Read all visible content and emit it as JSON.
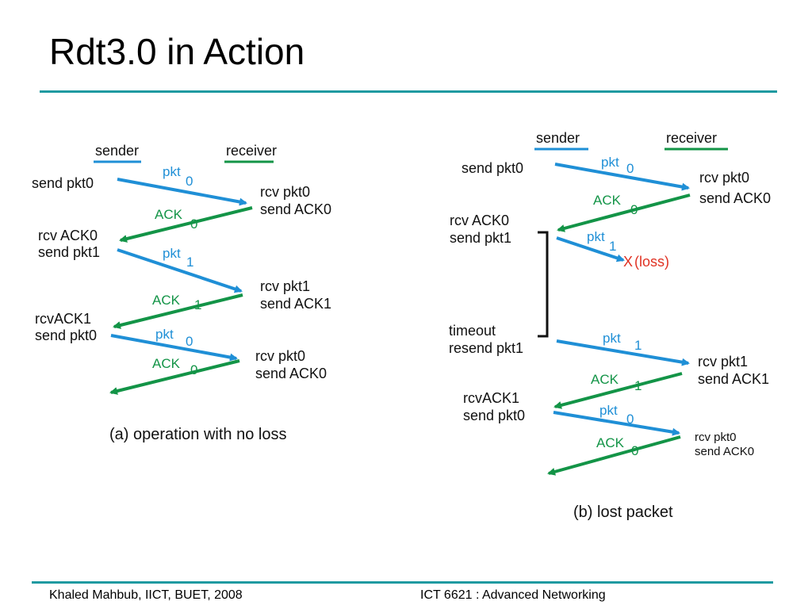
{
  "slide": {
    "title": "Rdt3.0 in Action",
    "footer_left": "Khaled Mahbub, IICT, BUET, 2008",
    "footer_right": "ICT 6621 : Advanced Networking"
  },
  "colors": {
    "accent_rule": "#1f9aa1",
    "pkt_arrow": "#1f8fd6",
    "ack_arrow": "#139447",
    "loss": "#e03223"
  },
  "panel_a": {
    "sender": "sender",
    "receiver": "receiver",
    "caption": "(a) operation with no loss",
    "sender_events": [
      "send pkt0",
      "rcv ACK0",
      "send pkt1",
      "rcvACK1",
      "send pkt0"
    ],
    "receiver_events": [
      "rcv pkt0",
      "send ACK0",
      "rcv pkt1",
      "send ACK1",
      "rcv pkt0",
      "send ACK0"
    ],
    "messages": [
      {
        "label": "pkt",
        "seq": "0"
      },
      {
        "label": "ACK",
        "seq": "0"
      },
      {
        "label": "pkt",
        "seq": "1"
      },
      {
        "label": "ACK",
        "seq": "1"
      },
      {
        "label": "pkt",
        "seq": "0"
      },
      {
        "label": "ACK",
        "seq": "0"
      }
    ]
  },
  "panel_b": {
    "sender": "sender",
    "receiver": "receiver",
    "caption": "(b) lost packet",
    "sender_events": [
      "send pkt0",
      "rcv ACK0",
      "send pkt1",
      "timeout",
      "resend pkt1",
      "rcvACK1",
      "send pkt0"
    ],
    "receiver_events": [
      "rcv pkt0",
      "send ACK0",
      "rcv pkt1",
      "send ACK1",
      "rcv pkt0",
      "send ACK0"
    ],
    "loss_mark": "X",
    "loss_text": "(loss)",
    "messages": [
      {
        "label": "pkt",
        "seq": "0"
      },
      {
        "label": "ACK",
        "seq": "0"
      },
      {
        "label": "pkt",
        "seq": "1"
      },
      {
        "label": "pkt",
        "seq": "1"
      },
      {
        "label": "ACK",
        "seq": "1"
      },
      {
        "label": "pkt",
        "seq": "0"
      },
      {
        "label": "ACK",
        "seq": "0"
      }
    ]
  }
}
